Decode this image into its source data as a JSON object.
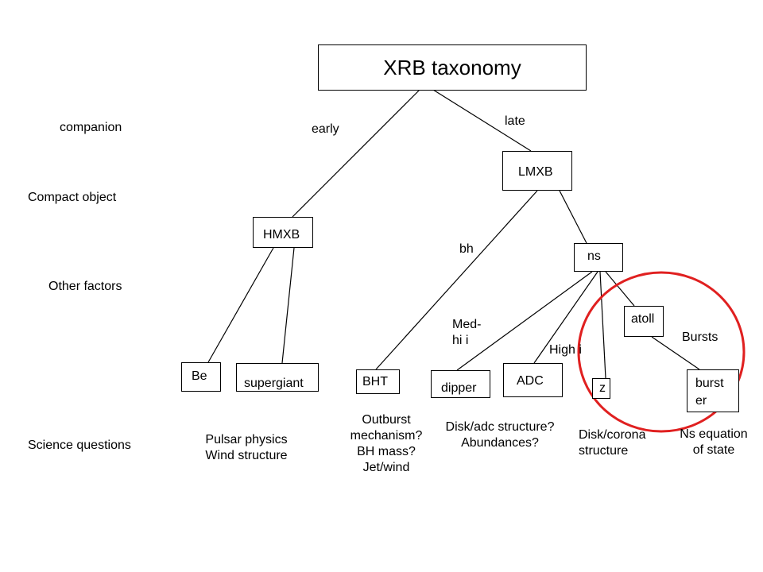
{
  "title": "XRB taxonomy",
  "row_labels": {
    "companion": "companion",
    "compact_object": "Compact object",
    "other_factors": "Other factors",
    "science_questions": "Science questions"
  },
  "edge_labels": {
    "early": "early",
    "late": "late",
    "bh": "bh",
    "med_hi_i": "Med-\nhi i",
    "high_i": "High i",
    "bursts": "Bursts"
  },
  "nodes": {
    "lmxb": "LMXB",
    "hmxb": "HMXB",
    "ns": "ns",
    "atoll": "atoll",
    "be": "Be",
    "supergiant": "supergiant",
    "bht": "BHT",
    "dipper": "dipper",
    "adc": "ADC",
    "z": "z",
    "burster": "burst\ner"
  },
  "questions": {
    "hmxb": "Pulsar physics\nWind structure",
    "bht": "Outburst\nmechanism?\nBH mass?\nJet/wind",
    "dipper_adc": "Disk/adc structure?\nAbundances?",
    "z": "Disk/corona\nstructure",
    "burster": "Ns equation\nof state"
  },
  "highlight_color": "#e02020"
}
